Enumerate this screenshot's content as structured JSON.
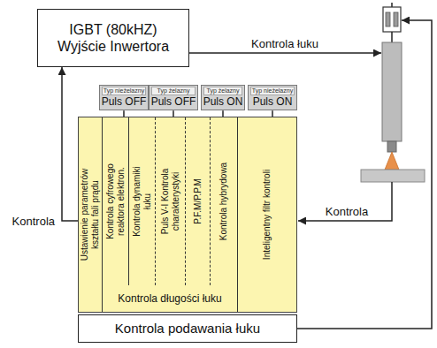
{
  "diagram": {
    "nodes": [
      {
        "text": [
          "IGBT (80kHZ) Wyjście Inwertora"
        ]
      },
      {
        "text": [
          "Typ nieżelazny",
          "Puls OFF"
        ]
      },
      {
        "text": [
          "Typ żelazny",
          "Puls OFF"
        ]
      },
      {
        "text": [
          "Typ żelazny",
          "Puls ON"
        ]
      },
      {
        "text": [
          "Typ nieżelazny",
          "Puls ON"
        ]
      },
      {
        "text": [
          "Kontrola długości łuku"
        ]
      },
      {
        "text": [
          "Ustawienie parametrów kształtu fali prądu"
        ],
        "in": 5
      },
      {
        "text": [
          "Kontrola cyfrowego reaktora elektron."
        ],
        "in": 5
      },
      {
        "text": [
          "Kontrola dynamiki łuku"
        ],
        "in": 5
      },
      {
        "text": [
          "Puls V-I Kontrola charakterystyki"
        ],
        "in": 5
      },
      {
        "text": [
          "P.F.M/P.P.M"
        ],
        "in": 5
      },
      {
        "text": [
          "Kontrola hybrydowa"
        ],
        "in": 5
      },
      {
        "text": [
          "Inteligentny filtr kontroli"
        ],
        "in": 5
      },
      {
        "text": [
          "Kontrola podawania łuku"
        ]
      }
    ],
    "edges": [
      {
        "from": 1,
        "to": 5,
        "arrow": "none"
      },
      {
        "from": 2,
        "to": 5,
        "arrow": "none"
      },
      {
        "from": 3,
        "to": 5,
        "arrow": "none"
      },
      {
        "from": 4,
        "to": 5,
        "arrow": "none"
      },
      {
        "from": 5,
        "to": 0,
        "arrow": "to",
        "label": "Kontrola"
      }
    ],
    "labels": [
      "Kontrola łuku",
      "Kontrola"
    ]
  }
}
